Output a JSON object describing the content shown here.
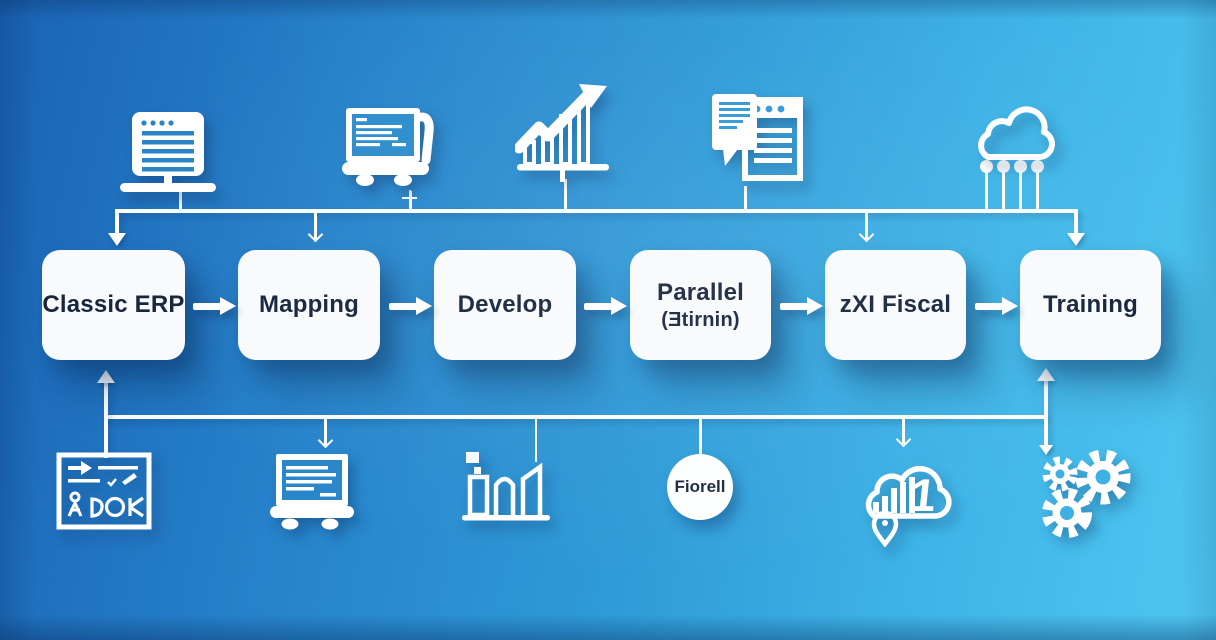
{
  "scene": {
    "description": "ERP implementation roadmap flow diagram on blue gradient background"
  },
  "colors": {
    "background_left": "#1a63b4",
    "background_right": "#4fc6f1",
    "box_background": "#f8fafc",
    "box_text": "#17253d",
    "line_white": "#ffffff"
  },
  "flow": {
    "boxes": [
      {
        "label": "Classic ERP"
      },
      {
        "label": "Mapping"
      },
      {
        "label": "Develop"
      },
      {
        "label": "Parallel",
        "sublabel": "(Ǝtirnin)"
      },
      {
        "label": "zXI Fiscal"
      },
      {
        "label": "Training"
      }
    ]
  },
  "bottom": {
    "circle_label": "Fiorell"
  },
  "icon_art": {
    "cloud_number": "1"
  },
  "icons": {
    "top": [
      "document-window-stand",
      "laptop-code-scroll",
      "growth-bar-chart",
      "documents-chat",
      "cloud-sync"
    ],
    "bottom": [
      "strategy-whiteboard",
      "presentation-laptop",
      "city-bar-chart",
      "label-circle",
      "cloud-analytics-pin",
      "gears"
    ]
  }
}
